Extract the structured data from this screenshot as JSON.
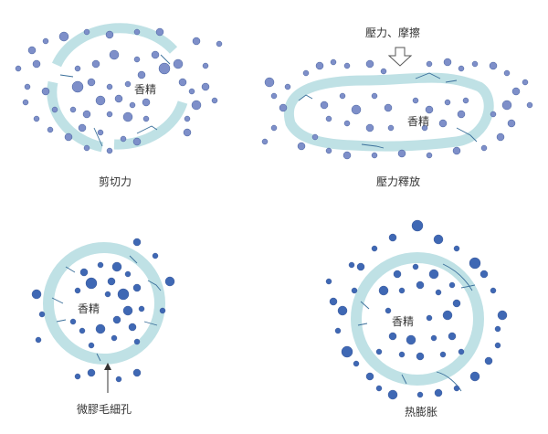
{
  "panels": {
    "shear": {
      "caption": "剪切力",
      "inner": "香精"
    },
    "pressure": {
      "caption": "壓力釋放",
      "inner": "香精",
      "arrow_label": "壓力、摩擦"
    },
    "capillary": {
      "caption": "微膠毛細孔",
      "inner": "香精"
    },
    "thermal": {
      "caption": "热膨胀",
      "inner": "香精"
    }
  },
  "colors": {
    "shell": "#bfe1e5",
    "crack": "#3a6f9a",
    "dot_light": "#7e8fc9",
    "dot_dark": "#3f68b4",
    "text": "#333333",
    "arrow": "#555555"
  }
}
